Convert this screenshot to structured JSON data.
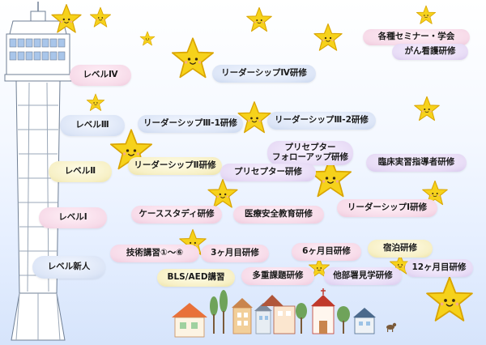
{
  "levels": [
    "レベルⅣ",
    "レベルⅢ",
    "レベルⅡ",
    "レベルⅠ",
    "レベル新人"
  ],
  "programs": {
    "seminar": "各種セミナー・学会",
    "cancer_nursing": "がん看護研修",
    "leadership4": "リーダーシップⅣ研修",
    "leadership3_1": "リーダーシップⅢ-1研修",
    "leadership3_2": "リーダーシップⅢ-2研修",
    "preceptor_followup_1": "プリセプター",
    "preceptor_followup_2": "フォローアップ研修",
    "leadership2": "リーダーシップⅡ研修",
    "preceptor": "プリセプター研修",
    "clinical_instructor": "臨床実習指導者研修",
    "case_study": "ケーススタディ研修",
    "medical_safety": "医療安全教育研修",
    "leadership1": "リーダーシップⅠ研修",
    "skills_lecture": "技術講習①～⑥",
    "month3": "3ヶ月目研修",
    "month6": "6ヶ月目研修",
    "overnight": "宿泊研修",
    "bls_aed": "BLS/AED講習",
    "multitask": "多重課題研修",
    "dept_tour": "他部署見学研修",
    "month12": "12ヶ月目研修"
  },
  "colors": {
    "star": "#f6d21b",
    "star_outline": "#d9a400",
    "tower": "#ffffff",
    "tower_window": "#a9c6ea",
    "roof": "#e8713a"
  }
}
